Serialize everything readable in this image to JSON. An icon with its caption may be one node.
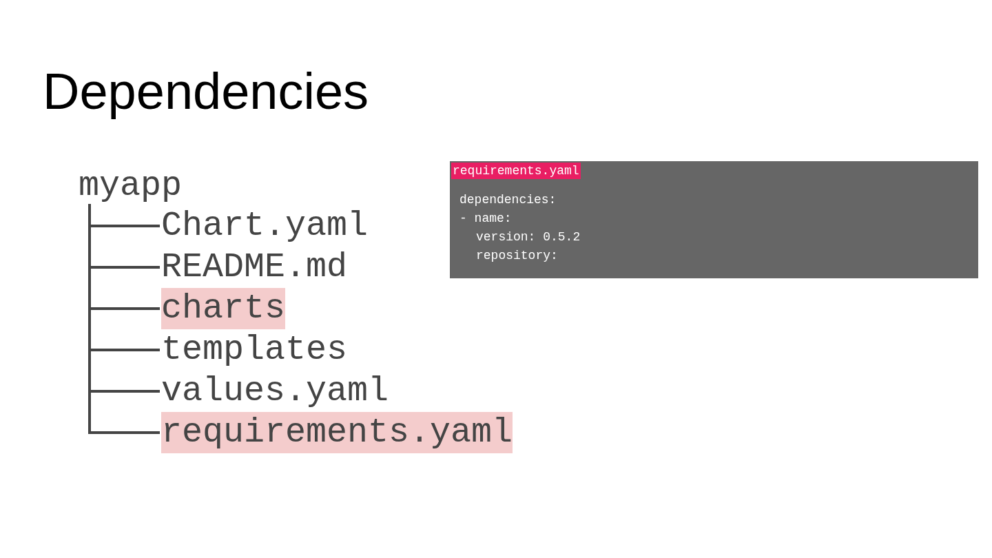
{
  "diagram": {
    "title": "Dependencies",
    "nodes": [
      {
        "text": [
          "myapp"
        ]
      },
      {
        "text": [
          "Chart.yaml"
        ]
      },
      {
        "text": [
          "README.md"
        ]
      },
      {
        "text": [
          "charts"
        ]
      },
      {
        "text": [
          "templates"
        ]
      },
      {
        "text": [
          "values.yaml"
        ]
      },
      {
        "text": [
          "requirements.yaml"
        ]
      },
      {
        "text": [
          "requirements.yaml",
          "dependencies:",
          "- name:",
          "version: 0.5.2",
          "repository:"
        ]
      }
    ],
    "edges": [
      {
        "from": 0,
        "to": 1,
        "arrow": "none"
      },
      {
        "from": 0,
        "to": 2,
        "arrow": "none"
      },
      {
        "from": 0,
        "to": 3,
        "arrow": "none"
      },
      {
        "from": 0,
        "to": 4,
        "arrow": "none"
      },
      {
        "from": 0,
        "to": 5,
        "arrow": "none"
      },
      {
        "from": 0,
        "to": 6,
        "arrow": "none"
      }
    ]
  }
}
